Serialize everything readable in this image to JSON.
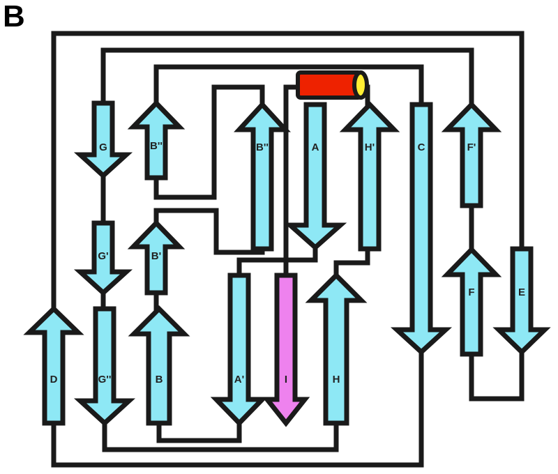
{
  "panel_label": "B",
  "colors": {
    "strand_fill": "#8ee8f5",
    "strand_highlight_fill": "#ee82ee",
    "helix_fill": "#ee2200",
    "helix_end_fill": "#ffee33",
    "outline": "#1a1a1a"
  },
  "strands": [
    {
      "id": "G",
      "label": "G",
      "direction": "down",
      "highlight": false
    },
    {
      "id": "G1",
      "label": "G'",
      "direction": "down",
      "highlight": false
    },
    {
      "id": "G2",
      "label": "G''",
      "direction": "down",
      "highlight": false
    },
    {
      "id": "D",
      "label": "D",
      "direction": "up",
      "highlight": false
    },
    {
      "id": "B2",
      "label": "B''",
      "direction": "up",
      "highlight": false
    },
    {
      "id": "B1",
      "label": "B'",
      "direction": "up",
      "highlight": false
    },
    {
      "id": "B",
      "label": "B",
      "direction": "up",
      "highlight": false
    },
    {
      "id": "B3",
      "label": "B''",
      "direction": "up",
      "highlight": false
    },
    {
      "id": "A",
      "label": "A",
      "direction": "down",
      "highlight": false
    },
    {
      "id": "A1",
      "label": "A'",
      "direction": "down",
      "highlight": false
    },
    {
      "id": "I",
      "label": "I",
      "direction": "down",
      "highlight": true
    },
    {
      "id": "H1",
      "label": "H'",
      "direction": "up",
      "highlight": false
    },
    {
      "id": "H",
      "label": "H",
      "direction": "up",
      "highlight": false
    },
    {
      "id": "C",
      "label": "C",
      "direction": "down",
      "highlight": false
    },
    {
      "id": "F1",
      "label": "F'",
      "direction": "up",
      "highlight": false
    },
    {
      "id": "F",
      "label": "F",
      "direction": "up",
      "highlight": false
    },
    {
      "id": "E",
      "label": "E",
      "direction": "down",
      "highlight": false
    }
  ]
}
